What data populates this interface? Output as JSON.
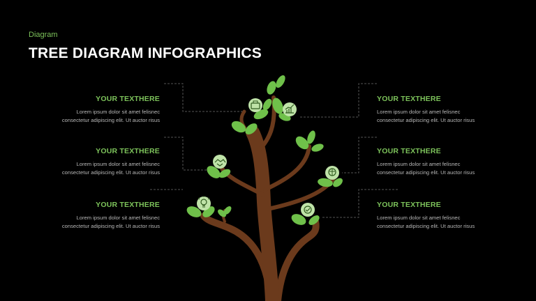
{
  "header": {
    "eyebrow": "Diagram",
    "title": "TREE DIAGRAM INFOGRAPHICS"
  },
  "items": [
    {
      "heading": "YOUR TEXTHERE",
      "line1": "Lorem ipsum  dolor  sit  amet felisnec",
      "line2": "consectetur  adipiscing elit.  Ut auctor risus",
      "icon": "briefcase-icon"
    },
    {
      "heading": "YOUR TEXTHERE",
      "line1": "Lorem ipsum  dolor  sit  amet felisnec",
      "line2": "consectetur  adipiscing elit.  Ut auctor risus",
      "icon": "handshake-icon"
    },
    {
      "heading": "YOUR TEXTHERE",
      "line1": "Lorem ipsum  dolor  sit  amet felisnec",
      "line2": "consectetur  adipiscing elit.  Ut auctor risus",
      "icon": "lightbulb-icon"
    },
    {
      "heading": "YOUR TEXTHERE",
      "line1": "Lorem ipsum  dolor  sit  amet felisnec",
      "line2": "consectetur  adipiscing elit.  Ut auctor risus",
      "icon": "growth-chart-icon"
    },
    {
      "heading": "YOUR TEXTHERE",
      "line1": "Lorem ipsum  dolor  sit  amet felisnec",
      "line2": "consectetur  adipiscing elit.  Ut auctor risus",
      "icon": "brain-icon"
    },
    {
      "heading": "YOUR TEXTHERE",
      "line1": "Lorem ipsum  dolor  sit  amet felisnec",
      "line2": "consectetur  adipiscing elit.  Ut auctor risus",
      "icon": "target-check-icon"
    }
  ],
  "colors": {
    "accent": "#7dc35b",
    "trunk": "#6b3a1c",
    "leaf": "#6fc04a",
    "icon_circle": "#bfe3a8"
  }
}
